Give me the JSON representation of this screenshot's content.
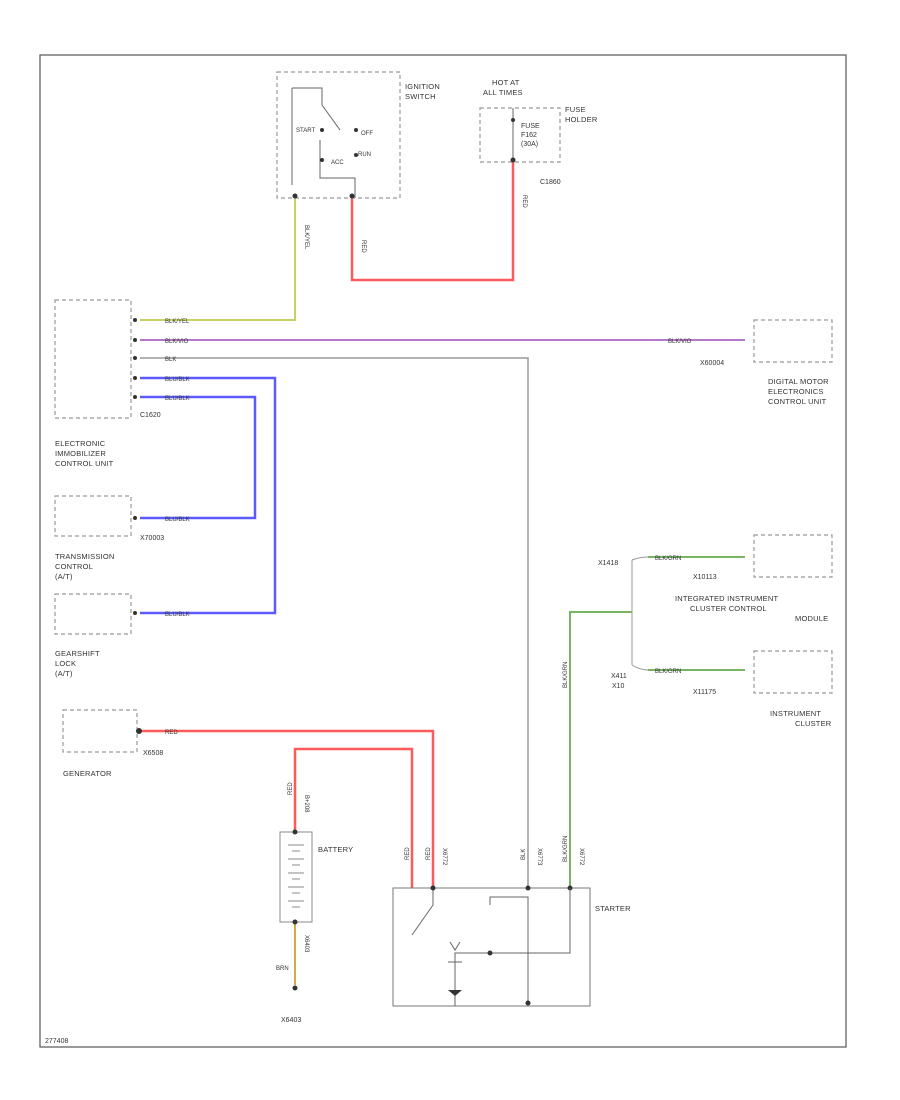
{
  "diagram_id": "277408",
  "components": {
    "ignition_switch": [
      "IGNITION",
      "SWITCH"
    ],
    "ignition_positions": {
      "start": "START",
      "off": "OFF",
      "run": "RUN",
      "acc": "ACC"
    },
    "fuse": {
      "hot_at": "HOT AT",
      "all_times": "ALL TIMES",
      "fuse_lines": [
        "FUSE",
        "F162",
        "(30A)"
      ],
      "holder": [
        "FUSE",
        "HOLDER"
      ],
      "connector": "C1860"
    },
    "immobilizer": [
      "ELECTRONIC",
      "IMMOBILIZER",
      "CONTROL UNIT"
    ],
    "immobilizer_connector": "C1620",
    "dme": [
      "DIGITAL MOTOR",
      "ELECTRONICS",
      "CONTROL UNIT"
    ],
    "dme_connector": "X60004",
    "transmission": [
      "TRANSMISSION",
      "CONTROL",
      "(A/T)"
    ],
    "transmission_connector": "X70003",
    "gearshift": [
      "GEARSHIFT",
      "LOCK",
      "(A/T)"
    ],
    "generator": "GENERATOR",
    "generator_connector": "X6508",
    "battery": "BATTERY",
    "starter": "STARTER",
    "ground": "X6403",
    "cluster_module": [
      "INTEGRATED INSTRUMENT",
      "CLUSTER CONTROL",
      "MODULE"
    ],
    "cluster_module_connector": "X10113",
    "instrument_cluster": [
      "INSTRUMENT",
      "CLUSTER"
    ],
    "instrument_cluster_connector": "X11175",
    "splice_labels": {
      "a": "X1418",
      "b_top": "X411",
      "b_bot": "X10"
    }
  },
  "wires": {
    "ign": "BLK/YEL",
    "dme": "BLK/VIO",
    "starter": "BLK",
    "blue1": "BLU/BLK",
    "blue2": "BLU/BLK",
    "trans": "BLU/BLK",
    "gear": "BLU/BLK",
    "red_ign": "RED",
    "red_fuse": "RED",
    "gen": "RED",
    "batt_red": "RED",
    "batt_x": "B+208",
    "starter_red1": "RED",
    "starter_red2": "RED",
    "starter_x1": "X6772",
    "starter_x2": "X6773",
    "starter_x3": "X6772",
    "starter_blk": "BLK",
    "grn_main": "BLK/GRN",
    "grn_starter": "BLK/GRN",
    "grn_cluster": "BLK/GRN",
    "grn_inst": "BLK/GRN",
    "brn": "BRN",
    "batt_x6403": "X6403"
  },
  "colors": {
    "red": "#ff5a5a",
    "blue": "#5a5aff",
    "violet": "#b478c8",
    "yellow_green": "#c8d264",
    "green": "#78b464",
    "gray": "#999999",
    "brown": "#d2aa50"
  }
}
